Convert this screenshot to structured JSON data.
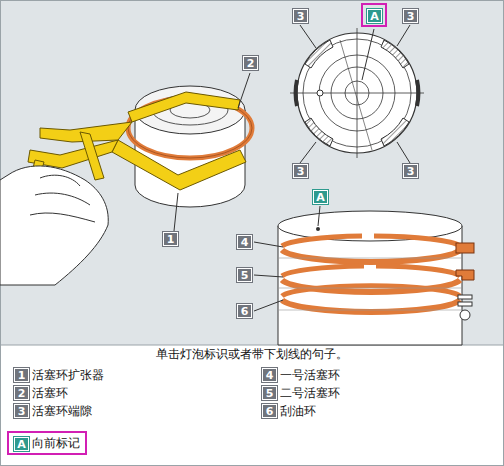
{
  "diagram": {
    "caption": "单击灯泡标识或者带下划线的句子。",
    "labels": [
      "3",
      "A",
      "3",
      "2",
      "A",
      "4",
      "5",
      "1",
      "3",
      "3",
      "6",
      "1",
      "活塞环扩张器",
      "2",
      "活塞环",
      "3",
      "活塞环端隙",
      "4",
      "一号活塞环",
      "5",
      "二号活塞环",
      "6",
      "刮油环",
      "A",
      "向前标记"
    ]
  }
}
